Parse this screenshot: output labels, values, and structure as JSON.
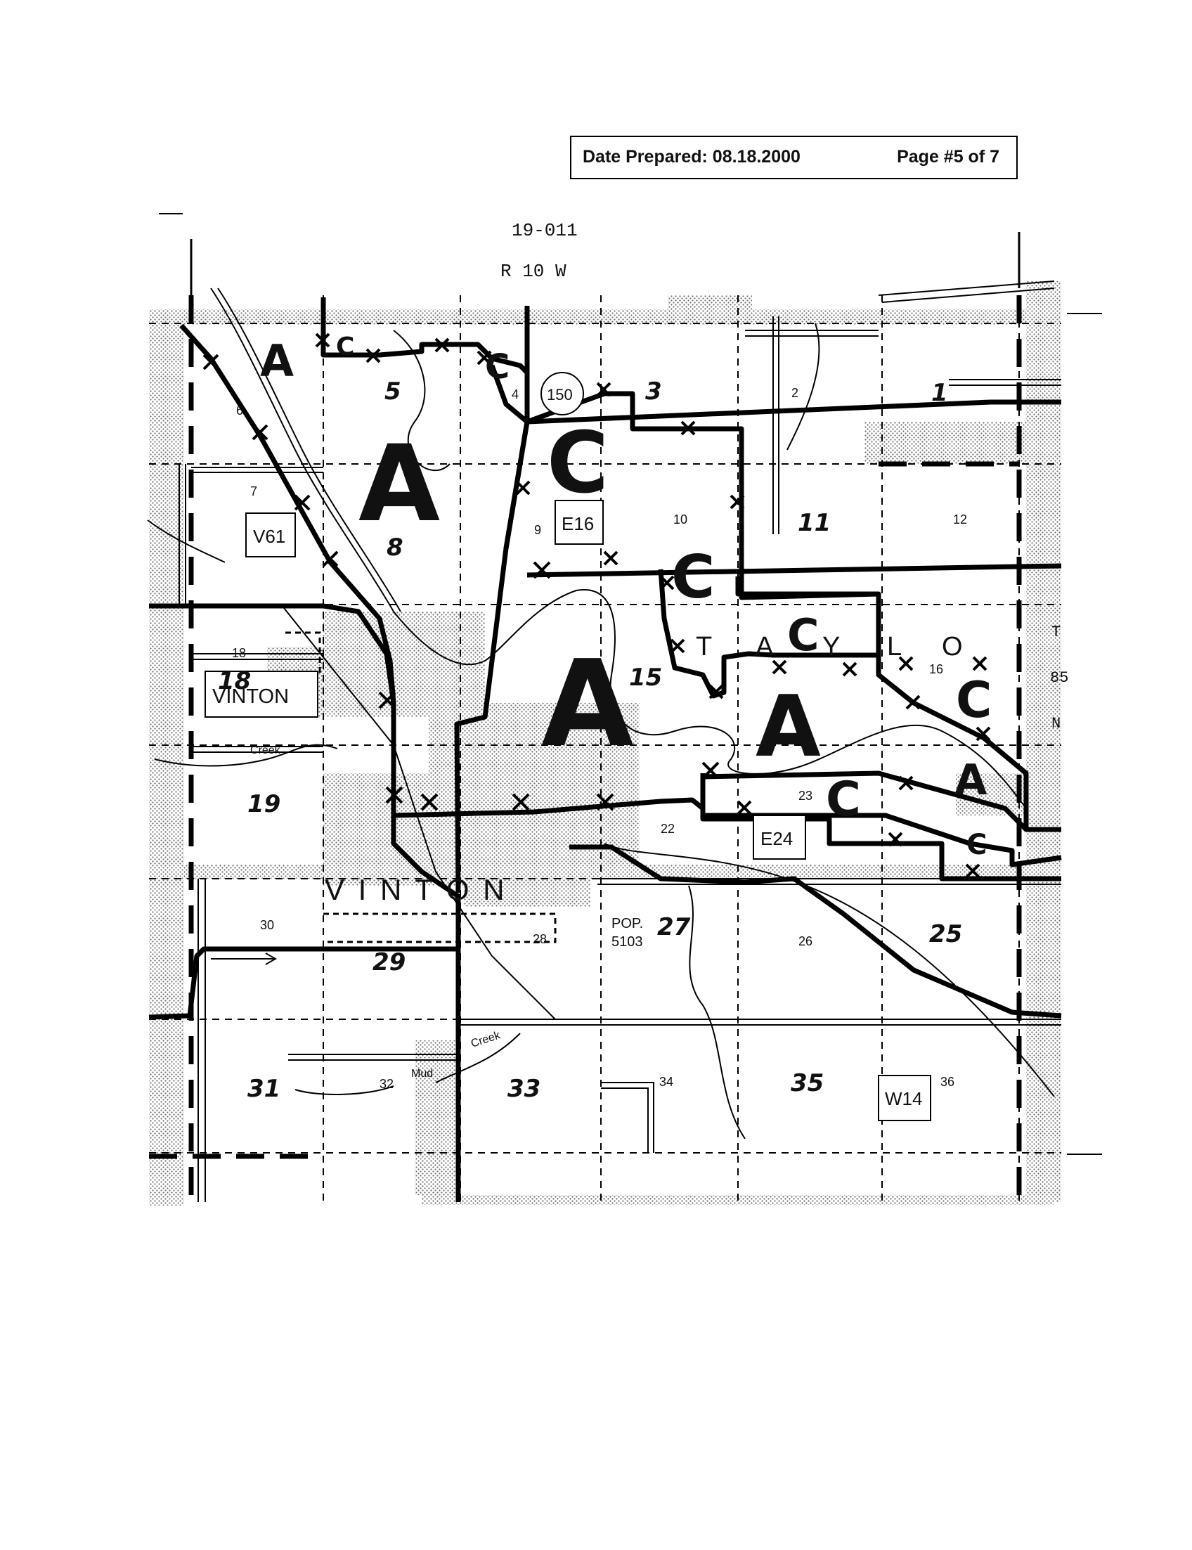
{
  "header": {
    "date_prepared": "Date Prepared: 08.18.2000",
    "page": "Page #5 of 7"
  },
  "map": {
    "map_id": "19-011",
    "range": "R 10 W",
    "township_label": "T\n85\nN",
    "city_name": "VINTON",
    "town_label_band": "V I N T O N",
    "population": "POP.\n5103",
    "place_label_box": "VINTON",
    "county_roads": [
      "V61",
      "E16",
      "E24",
      "W14"
    ],
    "state_highway": "150",
    "creek_labels": [
      "Creek",
      "Mud",
      "Creek"
    ],
    "township_name_letters": "T A C Y L O",
    "printed_section_numbers": [
      "2",
      "4",
      "6",
      "7",
      "9",
      "10",
      "12",
      "16",
      "18",
      "22",
      "23",
      "26",
      "28",
      "30",
      "32",
      "34",
      "36"
    ],
    "handwritten_section_numbers": [
      "1",
      "3",
      "5",
      "8",
      "11",
      "15",
      "18",
      "19",
      "25",
      "27",
      "29",
      "31",
      "33",
      "35"
    ],
    "zone_letters": [
      "A",
      "C",
      "A",
      "C",
      "C",
      "C",
      "C",
      "A",
      "A",
      "C",
      "A",
      "C",
      "C"
    ],
    "colors": {
      "line": "#000000",
      "shading": "#b8b8b8",
      "paper": "#ffffff"
    }
  }
}
